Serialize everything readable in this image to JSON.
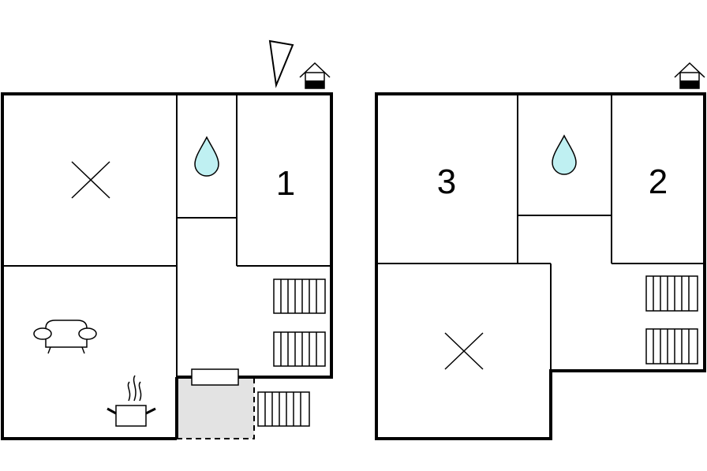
{
  "floor_left": {
    "rooms": [
      {
        "number": ""
      },
      {
        "number": "1"
      }
    ]
  },
  "floor_right": {
    "rooms": [
      {
        "number": "3"
      },
      {
        "number": "2"
      }
    ]
  },
  "colors": {
    "water": "#bff0f2",
    "terrace": "#e3e3e3",
    "wall": "#000000"
  },
  "icons": [
    "north-arrow-icon",
    "entrance-house-icon",
    "bed-cross-icon",
    "water-drop-icon",
    "stairs-icon",
    "sofa-icon",
    "cooking-pot-icon",
    "terrace-bench-icon"
  ]
}
